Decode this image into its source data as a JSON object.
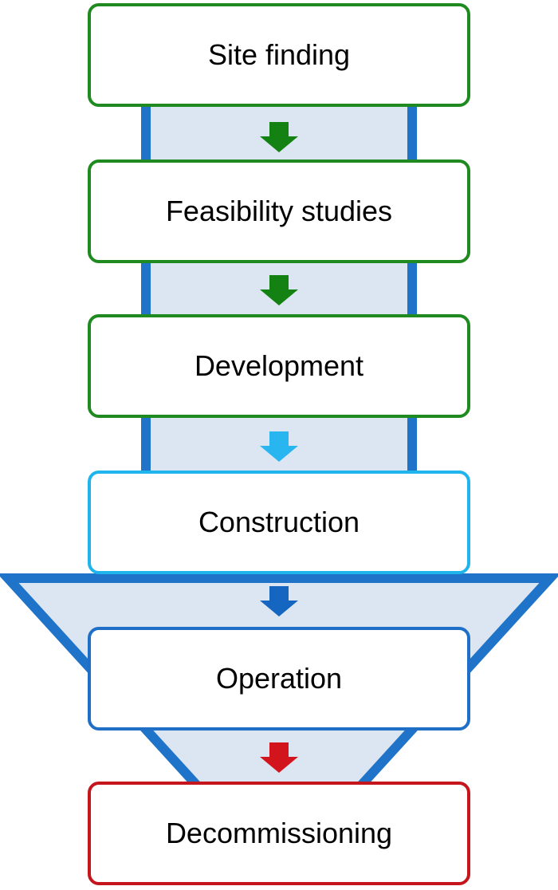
{
  "colors": {
    "green": "#1f8a1f",
    "light_blue": "#1fb5ec",
    "blue": "#1f6fc7",
    "red": "#c4161c",
    "channel_fill": "#dce6f2",
    "channel_border": "#1f74c9",
    "arrow_green": "#138213",
    "arrow_light_blue": "#29b6f0",
    "arrow_blue": "#1566c0",
    "arrow_red": "#d2141d"
  },
  "steps": [
    {
      "label": "Site finding",
      "color": "#1f8a1f"
    },
    {
      "label": "Feasibility studies",
      "color": "#1f8a1f"
    },
    {
      "label": "Development",
      "color": "#1f8a1f"
    },
    {
      "label": "Construction",
      "color": "#1fb5ec"
    },
    {
      "label": "Operation",
      "color": "#1f6fc7"
    },
    {
      "label": "Decommissioning",
      "color": "#c4161c"
    }
  ],
  "arrows": [
    {
      "icon": "down-arrow-icon",
      "color": "#138213"
    },
    {
      "icon": "down-arrow-icon",
      "color": "#138213"
    },
    {
      "icon": "down-arrow-icon",
      "color": "#29b6f0"
    },
    {
      "icon": "down-arrow-icon",
      "color": "#1566c0"
    },
    {
      "icon": "down-arrow-icon",
      "color": "#d2141d"
    }
  ]
}
